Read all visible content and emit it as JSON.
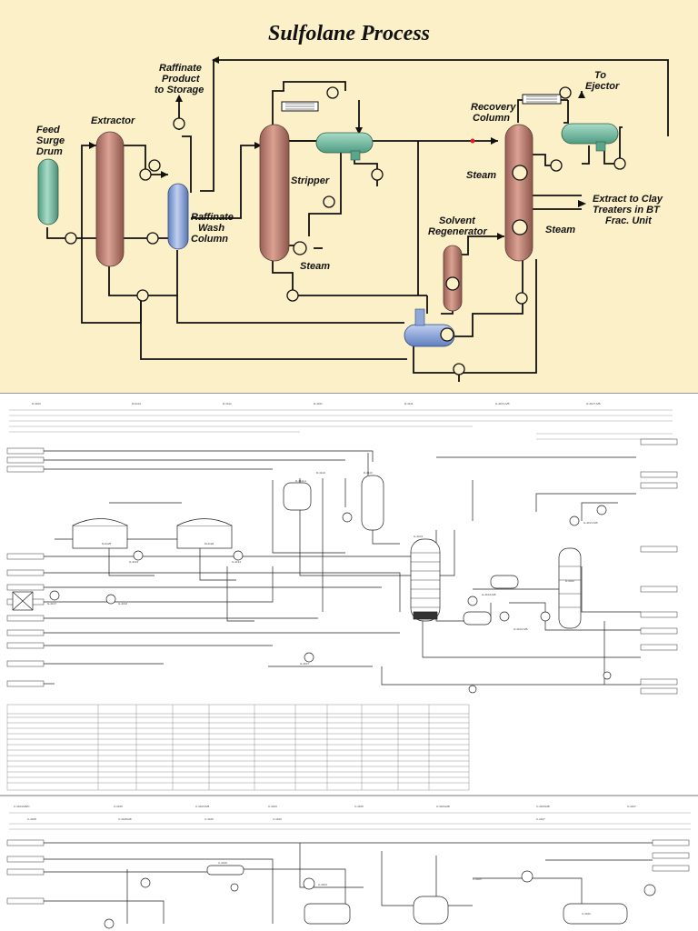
{
  "top": {
    "title": "Sulfolane Process",
    "labels": {
      "feed_surge_drum": [
        "Feed",
        "Surge",
        "Drum"
      ],
      "extractor": "Extractor",
      "raffinate_product": [
        "Raffinate",
        "Product",
        "to Storage"
      ],
      "raffinate_wash_column": [
        "Raffinate",
        "Wash",
        "Column"
      ],
      "stripper": "Stripper",
      "steam_stripper": "Steam",
      "recovery_column": [
        "Recovery",
        "Column"
      ],
      "to_ejector": [
        "To",
        "Ejector"
      ],
      "steam_recovery_1": "Steam",
      "steam_recovery_2": "Steam",
      "extract_to_clay": [
        "Extract to Clay",
        "Treaters in BT",
        "Frac. Unit"
      ],
      "solvent_regenerator": [
        "Solvent",
        "Regenerator"
      ]
    },
    "colors": {
      "background": "#fbf0c8",
      "extractor": "#c98a7c",
      "drum": "#7cc2a8",
      "wash_column": "#8fa8d8",
      "accent_dot": "#e02020"
    }
  },
  "mid": {
    "equipment_tags": [
      "D-4102",
      "M-4121",
      "D-4112",
      "D-4101",
      "D-4111",
      "G-4101 A/B",
      "G-4107 A/B",
      "D-4111 A",
      "D-4110",
      "D-4113",
      "M-4125",
      "M-4126",
      "G-4133",
      "G-4134",
      "G-4137",
      "G-4132",
      "G-4107",
      "G-4103",
      "D-4102",
      "G-4102 A/B",
      "G-4101 A/B",
      "G-4104 A/B"
    ]
  },
  "bottom": {
    "equipment_tags": [
      "C-4104A/B/C",
      "C-4105",
      "C-4104 A/B",
      "C-4103",
      "C-4106",
      "C-4104A/B",
      "C-4103A/B",
      "C-4107",
      "C-4108",
      "C-4108A/B",
      "C-4105",
      "C-4106",
      "C-4107",
      "C-4120",
      "C-4104",
      "C-4105",
      "C-4102"
    ]
  }
}
